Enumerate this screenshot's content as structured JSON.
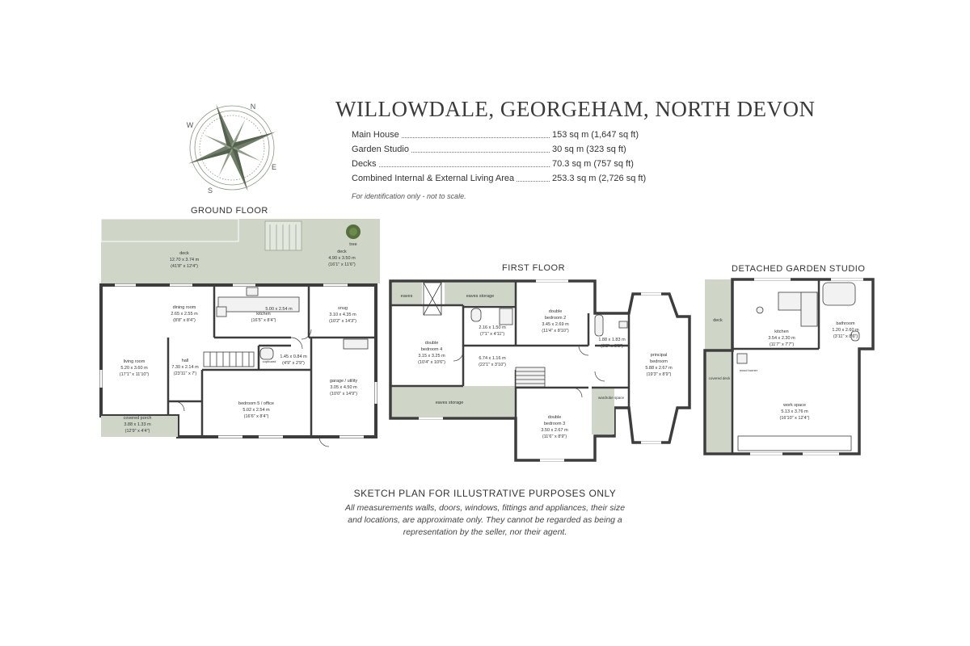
{
  "title": "WILLOWDALE, GEORGEHAM, NORTH DEVON",
  "areas": [
    {
      "label": "Main House",
      "value": "153 sq m  (1,647 sq ft)"
    },
    {
      "label": "Garden Studio",
      "value": "30 sq m  (323 sq ft)"
    },
    {
      "label": "Decks",
      "value": "70.3 sq m  (757 sq ft)"
    },
    {
      "label": "Combined Internal & External Living Area",
      "value": "253.3 sq m  (2,726 sq ft)"
    }
  ],
  "note": "For identification only - not to scale.",
  "compass": {
    "letters": [
      "N",
      "E",
      "S",
      "W"
    ]
  },
  "floors": {
    "ground": {
      "label": "GROUND FLOOR",
      "tree": "tree",
      "deck_main": {
        "name": "deck",
        "metric": "12.70 x 3.74 m",
        "imperial": "(41'8\" x 12'4\")"
      },
      "deck_side": {
        "name": "deck",
        "metric": "4.90 x 3.50 m",
        "imperial": "(16'1\" x 11'6\")"
      },
      "dining": {
        "name": "dining room",
        "metric": "2.65 x 2.55 m",
        "imperial": "(8'8\" x 8'4\")"
      },
      "kitchen": {
        "name": "kitchen",
        "metric": "5.00 x 2.54 m",
        "imperial": "(16'5\" x 8'4\")"
      },
      "snug": {
        "name": "snug",
        "metric": "3.10 x 4.35 m",
        "imperial": "(10'2\" x 14'3\")"
      },
      "living": {
        "name": "living room",
        "metric": "5.20 x 3.60 m",
        "imperial": "(17'1\" x 11'10\")"
      },
      "hall": {
        "name": "hall",
        "metric": "7.30 x 2.14 m",
        "imperial": "(23'11\" x 7')"
      },
      "cupboard": "cupboard",
      "wc": {
        "metric": "1.45 x 0.84 m",
        "imperial": "(4'9\" x 2'9\")"
      },
      "garage": {
        "name": "garage / utility",
        "metric": "3.05 x 4.50 m",
        "imperial": "(10'0\" x 14'9\")"
      },
      "bed5": {
        "name": "bedroom 5 / office",
        "metric": "5.02 x 2.54 m",
        "imperial": "(16'6\" x 8'4\")"
      },
      "porch": {
        "name": "covered porch",
        "metric": "3.88 x 1.33 m",
        "imperial": "(12'9\" x 4'4\")"
      }
    },
    "first": {
      "label": "FIRST FLOOR",
      "eaves": "eaves",
      "eaves_storage_top": "eaves storage",
      "eaves_storage_bottom": "eaves storage",
      "bed4": {
        "name1": "double",
        "name2": "bedroom 4",
        "metric": "3.15 x 3.25 m",
        "imperial": "(10'4\" x 10'6\")"
      },
      "shower": {
        "metric": "2.16 x 1.50 m",
        "imperial": "(7'1\" x 4'11\")"
      },
      "bed2": {
        "name1": "double",
        "name2": "bedroom 2",
        "metric": "3.45 x 2.69 m",
        "imperial": "(11'4\" x 8'10\")"
      },
      "landing": {
        "metric": "6.74 x 1.16 m",
        "imperial": "(22'1\" x 3'10\")"
      },
      "bath": {
        "metric": "1.88 x 1.83 m",
        "imperial": "(6'2\" x 6'0\")"
      },
      "principal": {
        "name1": "principal",
        "name2": "bedroom",
        "metric": "5.88 x 2.67 m",
        "imperial": "(19'3\" x 8'9\")"
      },
      "wardrobe": "wardrobe space",
      "bed3": {
        "name1": "double",
        "name2": "bedroom 3",
        "metric": "3.50 x 2.67 m",
        "imperial": "(11'6\" x 8'9\")"
      }
    },
    "studio": {
      "label": "DETACHED GARDEN STUDIO",
      "deck": "deck",
      "covered_deck": "covered deck",
      "kitchen": {
        "name": "kitchen",
        "metric": "3.54 x 2.30 m",
        "imperial": "(11'7\" x 7'7\")"
      },
      "bathroom": {
        "name": "bathroom",
        "metric": "1.20 x 2.60 m",
        "imperial": "(3'11\" x 8'6\")"
      },
      "stove": "wood burner",
      "work": {
        "name": "work space",
        "metric": "5.13 x 3.76 m",
        "imperial": "(16'10\" x 12'4\")"
      }
    }
  },
  "disclaimer": {
    "heading": "SKETCH PLAN FOR ILLUSTRATIVE PURPOSES ONLY",
    "body": "All measurements walls, doors, windows, fittings and appliances, their size and locations, are approximate only. They cannot be regarded as being a representation by the seller, nor their agent."
  },
  "colors": {
    "wall": "#3d3d3d",
    "deck": "#cfd6c8",
    "floor": "#ffffff",
    "compass": "#6f7d67",
    "tree": "#55703c"
  }
}
